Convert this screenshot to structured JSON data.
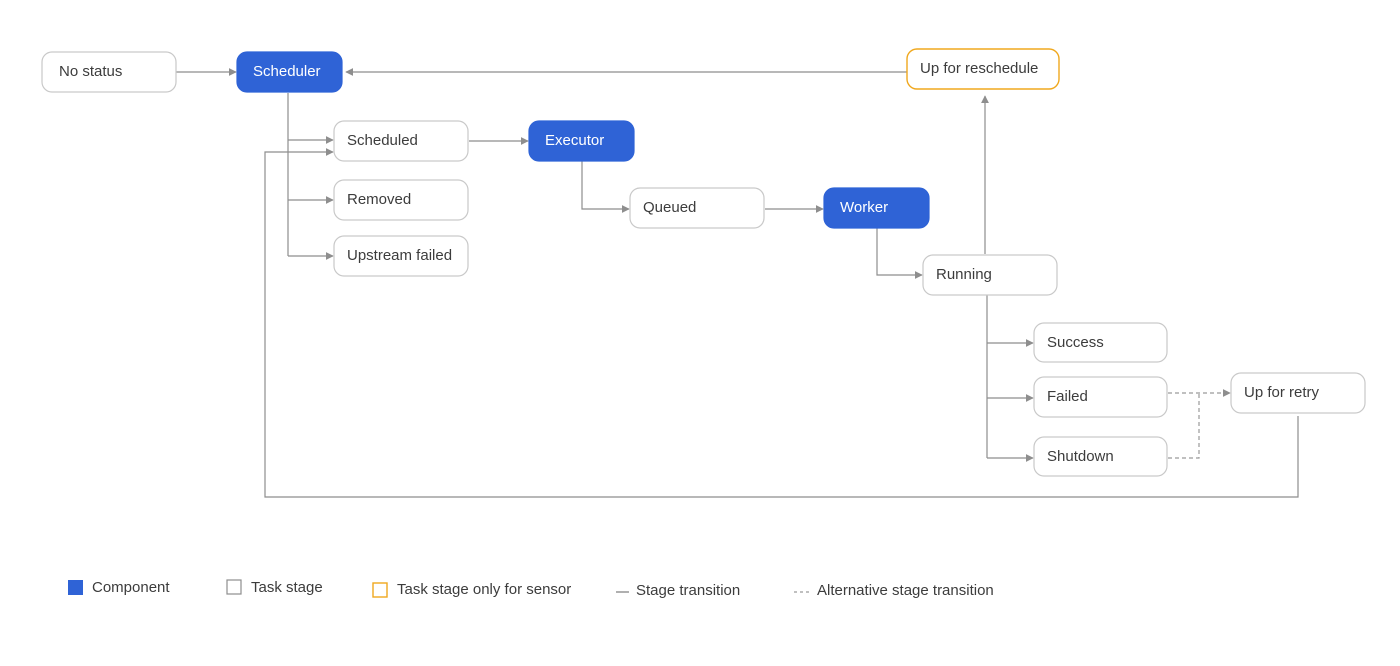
{
  "nodes": {
    "no_status": "No status",
    "scheduler": "Scheduler",
    "up_for_reschedule": "Up for reschedule",
    "scheduled": "Scheduled",
    "executor": "Executor",
    "removed": "Removed",
    "queued": "Queued",
    "worker": "Worker",
    "upstream_failed": "Upstream failed",
    "running": "Running",
    "success": "Success",
    "failed": "Failed",
    "up_for_retry": "Up for retry",
    "shutdown": "Shutdown"
  },
  "legend": {
    "component": "Component",
    "task_stage": "Task stage",
    "task_stage_sensor": "Task stage only for sensor",
    "stage_transition": "Stage transition",
    "alt_stage_transition": "Alternative stage transition"
  },
  "colors": {
    "component": "#2f63d6",
    "task_stage_border": "#c9c9c9",
    "sensor_border": "#f0a81e",
    "edge": "#8e8e8e"
  }
}
